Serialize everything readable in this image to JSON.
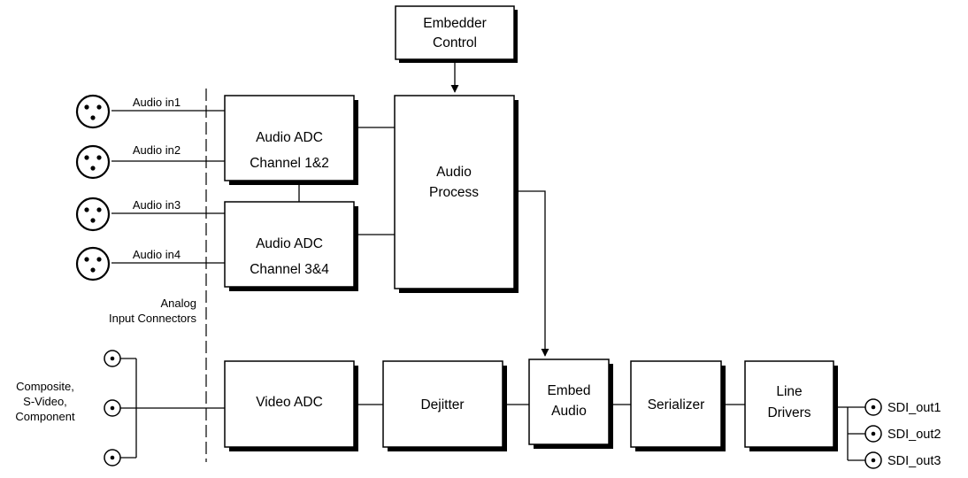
{
  "blocks": {
    "embedder_control": [
      "Embedder",
      "Control"
    ],
    "adc12": [
      "Audio ADC",
      "Channel 1&2"
    ],
    "adc34": [
      "Audio ADC",
      "Channel 3&4"
    ],
    "audio_process": [
      "Audio",
      "Process"
    ],
    "video_adc": [
      "Video ADC"
    ],
    "dejitter": [
      "Dejitter"
    ],
    "embed_audio": [
      "Embed",
      "Audio"
    ],
    "serializer": [
      "Serializer"
    ],
    "line_drivers": [
      "Line",
      "Drivers"
    ]
  },
  "audio_inputs": [
    "Audio in1",
    "Audio in2",
    "Audio in3",
    "Audio in4"
  ],
  "analog_label": [
    "Analog",
    "Input Connectors"
  ],
  "video_label": [
    "Composite,",
    "S-Video,",
    "Component"
  ],
  "outputs": [
    "SDI_out1",
    "SDI_out2",
    "SDI_out3"
  ]
}
